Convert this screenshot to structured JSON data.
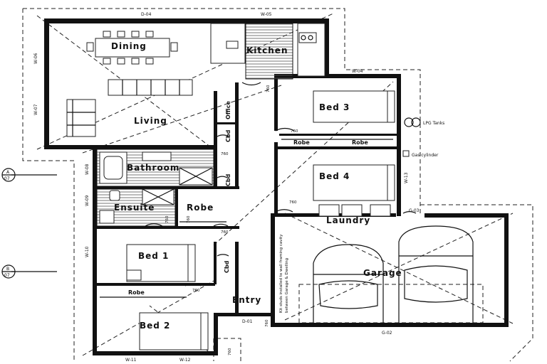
{
  "rooms": {
    "dining": "Dining",
    "kitchen": "Kitchen",
    "living": "Living",
    "office": "Office",
    "cbd1": "Cbd",
    "cbd2": "Cbd",
    "cbd3": "Cbd",
    "bathroom": "Bathroom",
    "ensuite": "Ensuite",
    "robe_main": "Robe",
    "bed1": "Bed 1",
    "robe_bed2": "Robe",
    "bed2": "Bed 2",
    "entry": "Entry",
    "bed3": "Bed 3",
    "robe_bed3a": "Robe",
    "robe_bed3b": "Robe",
    "bed4": "Bed 4",
    "laundry": "Laundry",
    "garage": "Garage"
  },
  "annotations": {
    "lpg_tanks": "LPG Tanks",
    "gas_cylinder": "Gas cylinder",
    "garage_wall_note_1": "Kit studs installed to wall framing cavity",
    "garage_wall_note_2": "between Garage & Dwelling"
  },
  "windows": {
    "d04": "D-04",
    "w05": "W-05",
    "w06": "W-06",
    "w07": "W-07",
    "w04": "W-04",
    "w08": "W-08",
    "w09": "W-09",
    "w10": "W-10",
    "w11": "W-11",
    "w12": "W-12",
    "w13": "W-13",
    "d01": "D-01",
    "d02": "G-02",
    "d03": "G-03"
  },
  "door_sizes": {
    "d760_a": "760",
    "d760_b": "760",
    "d760_c": "760",
    "d760_d": "760",
    "d760_e": "760",
    "d760_f": "760",
    "d760_g": "760",
    "d760_h": "760",
    "d760_i": "760",
    "d760_j": "760"
  },
  "section_markers": {
    "a_letter": "A",
    "a_sheet": "07",
    "b_letter": "B",
    "b_sheet": "07"
  }
}
